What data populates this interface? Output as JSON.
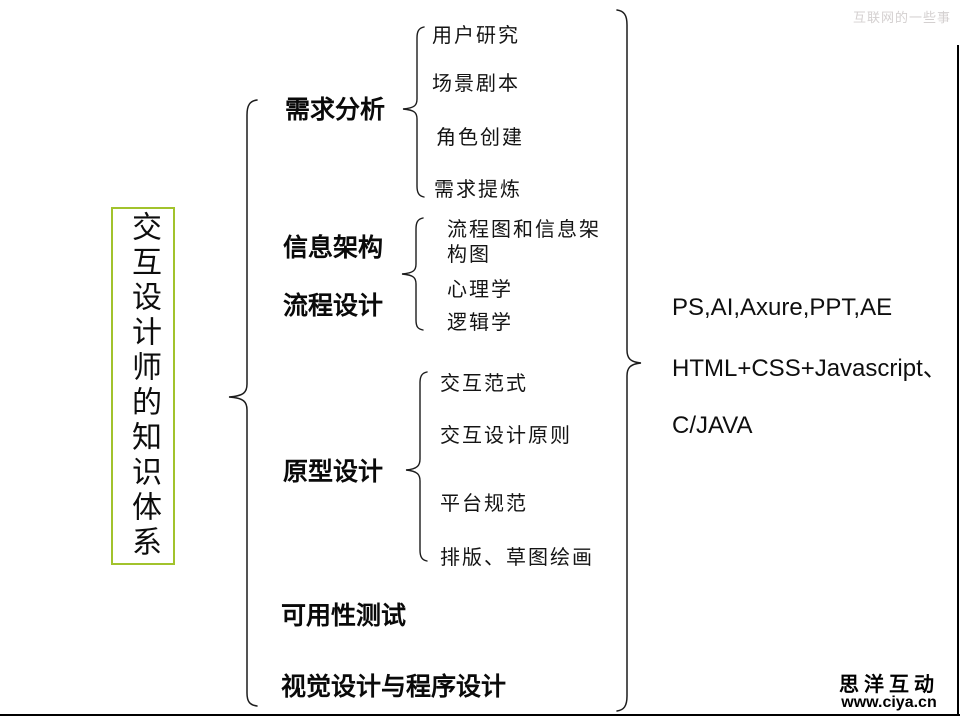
{
  "slide": {
    "watermark": "互联网的一些事",
    "footer_logo": {
      "name": "思洋互动",
      "url": "www.ciya.cn"
    }
  },
  "mindmap": {
    "root": "交互设计师的知识体系",
    "branches": [
      {
        "label": "需求分析",
        "children": [
          "用户研究",
          "场景剧本",
          "角色创建",
          "需求提炼"
        ]
      },
      {
        "labels": [
          "信息架构",
          "流程设计"
        ],
        "children": [
          "流程图和信息架构图",
          "心理学",
          "逻辑学"
        ]
      },
      {
        "label": "原型设计",
        "children": [
          "交互范式",
          "交互设计原则",
          "平台规范",
          "排版、草图绘画"
        ]
      },
      {
        "label": "可用性测试",
        "children": []
      },
      {
        "label": "视觉设计与程序设计",
        "children": []
      }
    ],
    "tools": [
      "PS,AI,Axure,PPT,AE",
      "HTML+CSS+Javascript、",
      "C/JAVA"
    ]
  },
  "colors": {
    "root_box_border": "#a2c32c",
    "watermark_text": "#d4d0d0",
    "line": "#1c1c1c"
  }
}
